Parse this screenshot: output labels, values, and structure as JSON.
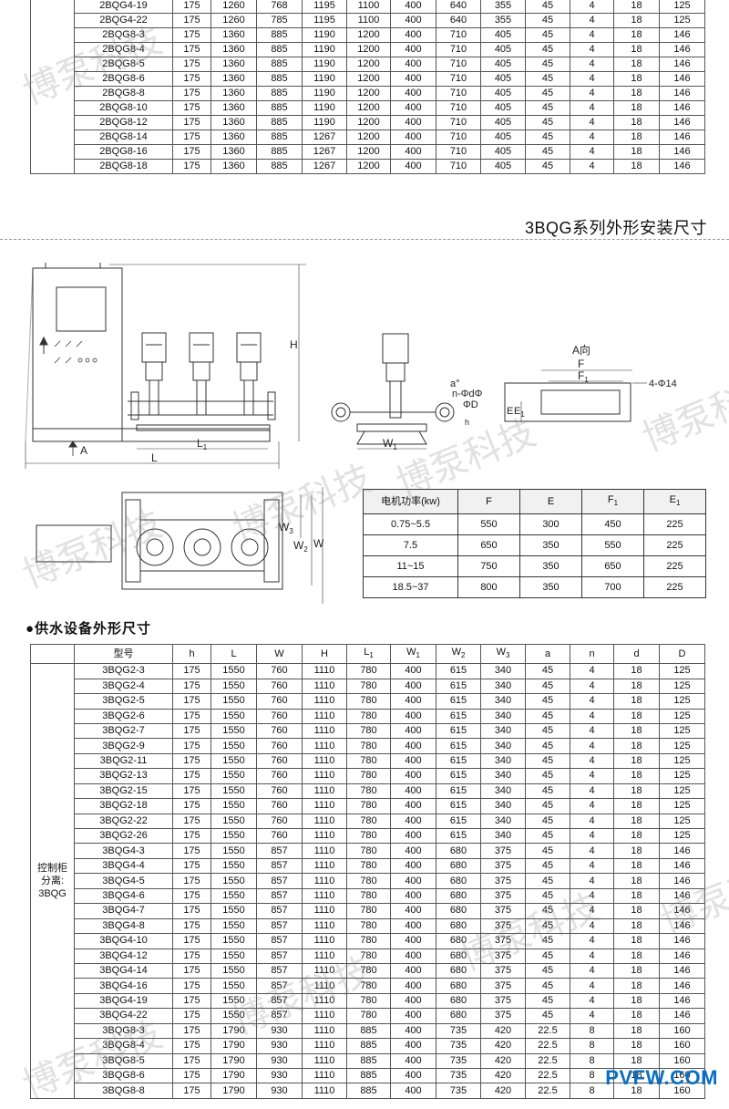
{
  "top_table": {
    "rows": [
      [
        "2BQG4-19",
        "175",
        "1260",
        "768",
        "1195",
        "1100",
        "400",
        "640",
        "355",
        "45",
        "4",
        "18",
        "125"
      ],
      [
        "2BQG4-22",
        "175",
        "1260",
        "785",
        "1195",
        "1100",
        "400",
        "640",
        "355",
        "45",
        "4",
        "18",
        "125"
      ],
      [
        "2BQG8-3",
        "175",
        "1360",
        "885",
        "1190",
        "1200",
        "400",
        "710",
        "405",
        "45",
        "4",
        "18",
        "146"
      ],
      [
        "2BQG8-4",
        "175",
        "1360",
        "885",
        "1190",
        "1200",
        "400",
        "710",
        "405",
        "45",
        "4",
        "18",
        "146"
      ],
      [
        "2BQG8-5",
        "175",
        "1360",
        "885",
        "1190",
        "1200",
        "400",
        "710",
        "405",
        "45",
        "4",
        "18",
        "146"
      ],
      [
        "2BQG8-6",
        "175",
        "1360",
        "885",
        "1190",
        "1200",
        "400",
        "710",
        "405",
        "45",
        "4",
        "18",
        "146"
      ],
      [
        "2BQG8-8",
        "175",
        "1360",
        "885",
        "1190",
        "1200",
        "400",
        "710",
        "405",
        "45",
        "4",
        "18",
        "146"
      ],
      [
        "2BQG8-10",
        "175",
        "1360",
        "885",
        "1190",
        "1200",
        "400",
        "710",
        "405",
        "45",
        "4",
        "18",
        "146"
      ],
      [
        "2BQG8-12",
        "175",
        "1360",
        "885",
        "1190",
        "1200",
        "400",
        "710",
        "405",
        "45",
        "4",
        "18",
        "146"
      ],
      [
        "2BQG8-14",
        "175",
        "1360",
        "885",
        "1267",
        "1200",
        "400",
        "710",
        "405",
        "45",
        "4",
        "18",
        "146"
      ],
      [
        "2BQG8-16",
        "175",
        "1360",
        "885",
        "1267",
        "1200",
        "400",
        "710",
        "405",
        "45",
        "4",
        "18",
        "146"
      ],
      [
        "2BQG8-18",
        "175",
        "1360",
        "885",
        "1267",
        "1200",
        "400",
        "710",
        "405",
        "45",
        "4",
        "18",
        "146"
      ]
    ]
  },
  "section_title": "3BQG系列外形安装尺寸",
  "diagram_labels": {
    "H": "H",
    "A": "A",
    "L1": "L",
    "L1_sub": "1",
    "L": "L",
    "W1": "W",
    "W1_sub": "1",
    "a": "a°",
    "n_phi_d": "n-ΦdΦ",
    "phi_D": "ΦD",
    "A_dir": "A向",
    "F": "F",
    "F1": "F",
    "F1_sub": "1",
    "bolt": "4-Φ14",
    "E": "E",
    "E1": "E",
    "E1_sub": "1",
    "W": "W",
    "W2": "W",
    "W2_sub": "2",
    "W3": "W",
    "W3_sub": "3",
    "h": "h"
  },
  "motor_table": {
    "headers": [
      "电机功率(kw)",
      "F",
      "E",
      "F",
      "E"
    ],
    "header_subs": [
      "",
      "",
      "",
      "1",
      "1"
    ],
    "rows": [
      [
        "0.75~5.5",
        "550",
        "300",
        "450",
        "225"
      ],
      [
        "7.5",
        "650",
        "350",
        "550",
        "225"
      ],
      [
        "11~15",
        "750",
        "350",
        "650",
        "225"
      ],
      [
        "18.5~37",
        "800",
        "350",
        "700",
        "225"
      ]
    ]
  },
  "supply_heading": "●供水设备外形尺寸",
  "main_table": {
    "headers": [
      "型号",
      "h",
      "L",
      "W",
      "H",
      "L",
      "W",
      "W",
      "W",
      "a",
      "n",
      "d",
      "D"
    ],
    "header_subs": [
      "",
      "",
      "",
      "",
      "",
      "1",
      "1",
      "2",
      "3",
      "",
      "",
      "",
      ""
    ],
    "side_label_lines": [
      "控制柜",
      "分离:",
      "3BQG"
    ],
    "rows": [
      [
        "3BQG2-3",
        "175",
        "1550",
        "760",
        "1110",
        "780",
        "400",
        "615",
        "340",
        "45",
        "4",
        "18",
        "125"
      ],
      [
        "3BQG2-4",
        "175",
        "1550",
        "760",
        "1110",
        "780",
        "400",
        "615",
        "340",
        "45",
        "4",
        "18",
        "125"
      ],
      [
        "3BQG2-5",
        "175",
        "1550",
        "760",
        "1110",
        "780",
        "400",
        "615",
        "340",
        "45",
        "4",
        "18",
        "125"
      ],
      [
        "3BQG2-6",
        "175",
        "1550",
        "760",
        "1110",
        "780",
        "400",
        "615",
        "340",
        "45",
        "4",
        "18",
        "125"
      ],
      [
        "3BQG2-7",
        "175",
        "1550",
        "760",
        "1110",
        "780",
        "400",
        "615",
        "340",
        "45",
        "4",
        "18",
        "125"
      ],
      [
        "3BQG2-9",
        "175",
        "1550",
        "760",
        "1110",
        "780",
        "400",
        "615",
        "340",
        "45",
        "4",
        "18",
        "125"
      ],
      [
        "3BQG2-11",
        "175",
        "1550",
        "760",
        "1110",
        "780",
        "400",
        "615",
        "340",
        "45",
        "4",
        "18",
        "125"
      ],
      [
        "3BQG2-13",
        "175",
        "1550",
        "760",
        "1110",
        "780",
        "400",
        "615",
        "340",
        "45",
        "4",
        "18",
        "125"
      ],
      [
        "3BQG2-15",
        "175",
        "1550",
        "760",
        "1110",
        "780",
        "400",
        "615",
        "340",
        "45",
        "4",
        "18",
        "125"
      ],
      [
        "3BQG2-18",
        "175",
        "1550",
        "760",
        "1110",
        "780",
        "400",
        "615",
        "340",
        "45",
        "4",
        "18",
        "125"
      ],
      [
        "3BQG2-22",
        "175",
        "1550",
        "760",
        "1110",
        "780",
        "400",
        "615",
        "340",
        "45",
        "4",
        "18",
        "125"
      ],
      [
        "3BQG2-26",
        "175",
        "1550",
        "760",
        "1110",
        "780",
        "400",
        "615",
        "340",
        "45",
        "4",
        "18",
        "125"
      ],
      [
        "3BQG4-3",
        "175",
        "1550",
        "857",
        "1110",
        "780",
        "400",
        "680",
        "375",
        "45",
        "4",
        "18",
        "146"
      ],
      [
        "3BQG4-4",
        "175",
        "1550",
        "857",
        "1110",
        "780",
        "400",
        "680",
        "375",
        "45",
        "4",
        "18",
        "146"
      ],
      [
        "3BQG4-5",
        "175",
        "1550",
        "857",
        "1110",
        "780",
        "400",
        "680",
        "375",
        "45",
        "4",
        "18",
        "146"
      ],
      [
        "3BQG4-6",
        "175",
        "1550",
        "857",
        "1110",
        "780",
        "400",
        "680",
        "375",
        "45",
        "4",
        "18",
        "146"
      ],
      [
        "3BQG4-7",
        "175",
        "1550",
        "857",
        "1110",
        "780",
        "400",
        "680",
        "375",
        "45",
        "4",
        "18",
        "146"
      ],
      [
        "3BQG4-8",
        "175",
        "1550",
        "857",
        "1110",
        "780",
        "400",
        "680",
        "375",
        "45",
        "4",
        "18",
        "146"
      ],
      [
        "3BQG4-10",
        "175",
        "1550",
        "857",
        "1110",
        "780",
        "400",
        "680",
        "375",
        "45",
        "4",
        "18",
        "146"
      ],
      [
        "3BQG4-12",
        "175",
        "1550",
        "857",
        "1110",
        "780",
        "400",
        "680",
        "375",
        "45",
        "4",
        "18",
        "146"
      ],
      [
        "3BQG4-14",
        "175",
        "1550",
        "857",
        "1110",
        "780",
        "400",
        "680",
        "375",
        "45",
        "4",
        "18",
        "146"
      ],
      [
        "3BQG4-16",
        "175",
        "1550",
        "857",
        "1110",
        "780",
        "400",
        "680",
        "375",
        "45",
        "4",
        "18",
        "146"
      ],
      [
        "3BQG4-19",
        "175",
        "1550",
        "857",
        "1110",
        "780",
        "400",
        "680",
        "375",
        "45",
        "4",
        "18",
        "146"
      ],
      [
        "3BQG4-22",
        "175",
        "1550",
        "857",
        "1110",
        "780",
        "400",
        "680",
        "375",
        "45",
        "4",
        "18",
        "146"
      ],
      [
        "3BQG8-3",
        "175",
        "1790",
        "930",
        "1110",
        "885",
        "400",
        "735",
        "420",
        "22.5",
        "8",
        "18",
        "160"
      ],
      [
        "3BQG8-4",
        "175",
        "1790",
        "930",
        "1110",
        "885",
        "400",
        "735",
        "420",
        "22.5",
        "8",
        "18",
        "160"
      ],
      [
        "3BQG8-5",
        "175",
        "1790",
        "930",
        "1110",
        "885",
        "400",
        "735",
        "420",
        "22.5",
        "8",
        "18",
        "160"
      ],
      [
        "3BQG8-6",
        "175",
        "1790",
        "930",
        "1110",
        "885",
        "400",
        "735",
        "420",
        "22.5",
        "8",
        "18",
        "160"
      ],
      [
        "3BQG8-8",
        "175",
        "1790",
        "930",
        "1110",
        "885",
        "400",
        "735",
        "420",
        "22.5",
        "8",
        "18",
        "160"
      ]
    ]
  },
  "watermark_text": "博泵科技",
  "site_badge": "PVFW.COM",
  "colors": {
    "badge": "#0a6fc2",
    "watermark": "#787878",
    "border": "#555555"
  }
}
